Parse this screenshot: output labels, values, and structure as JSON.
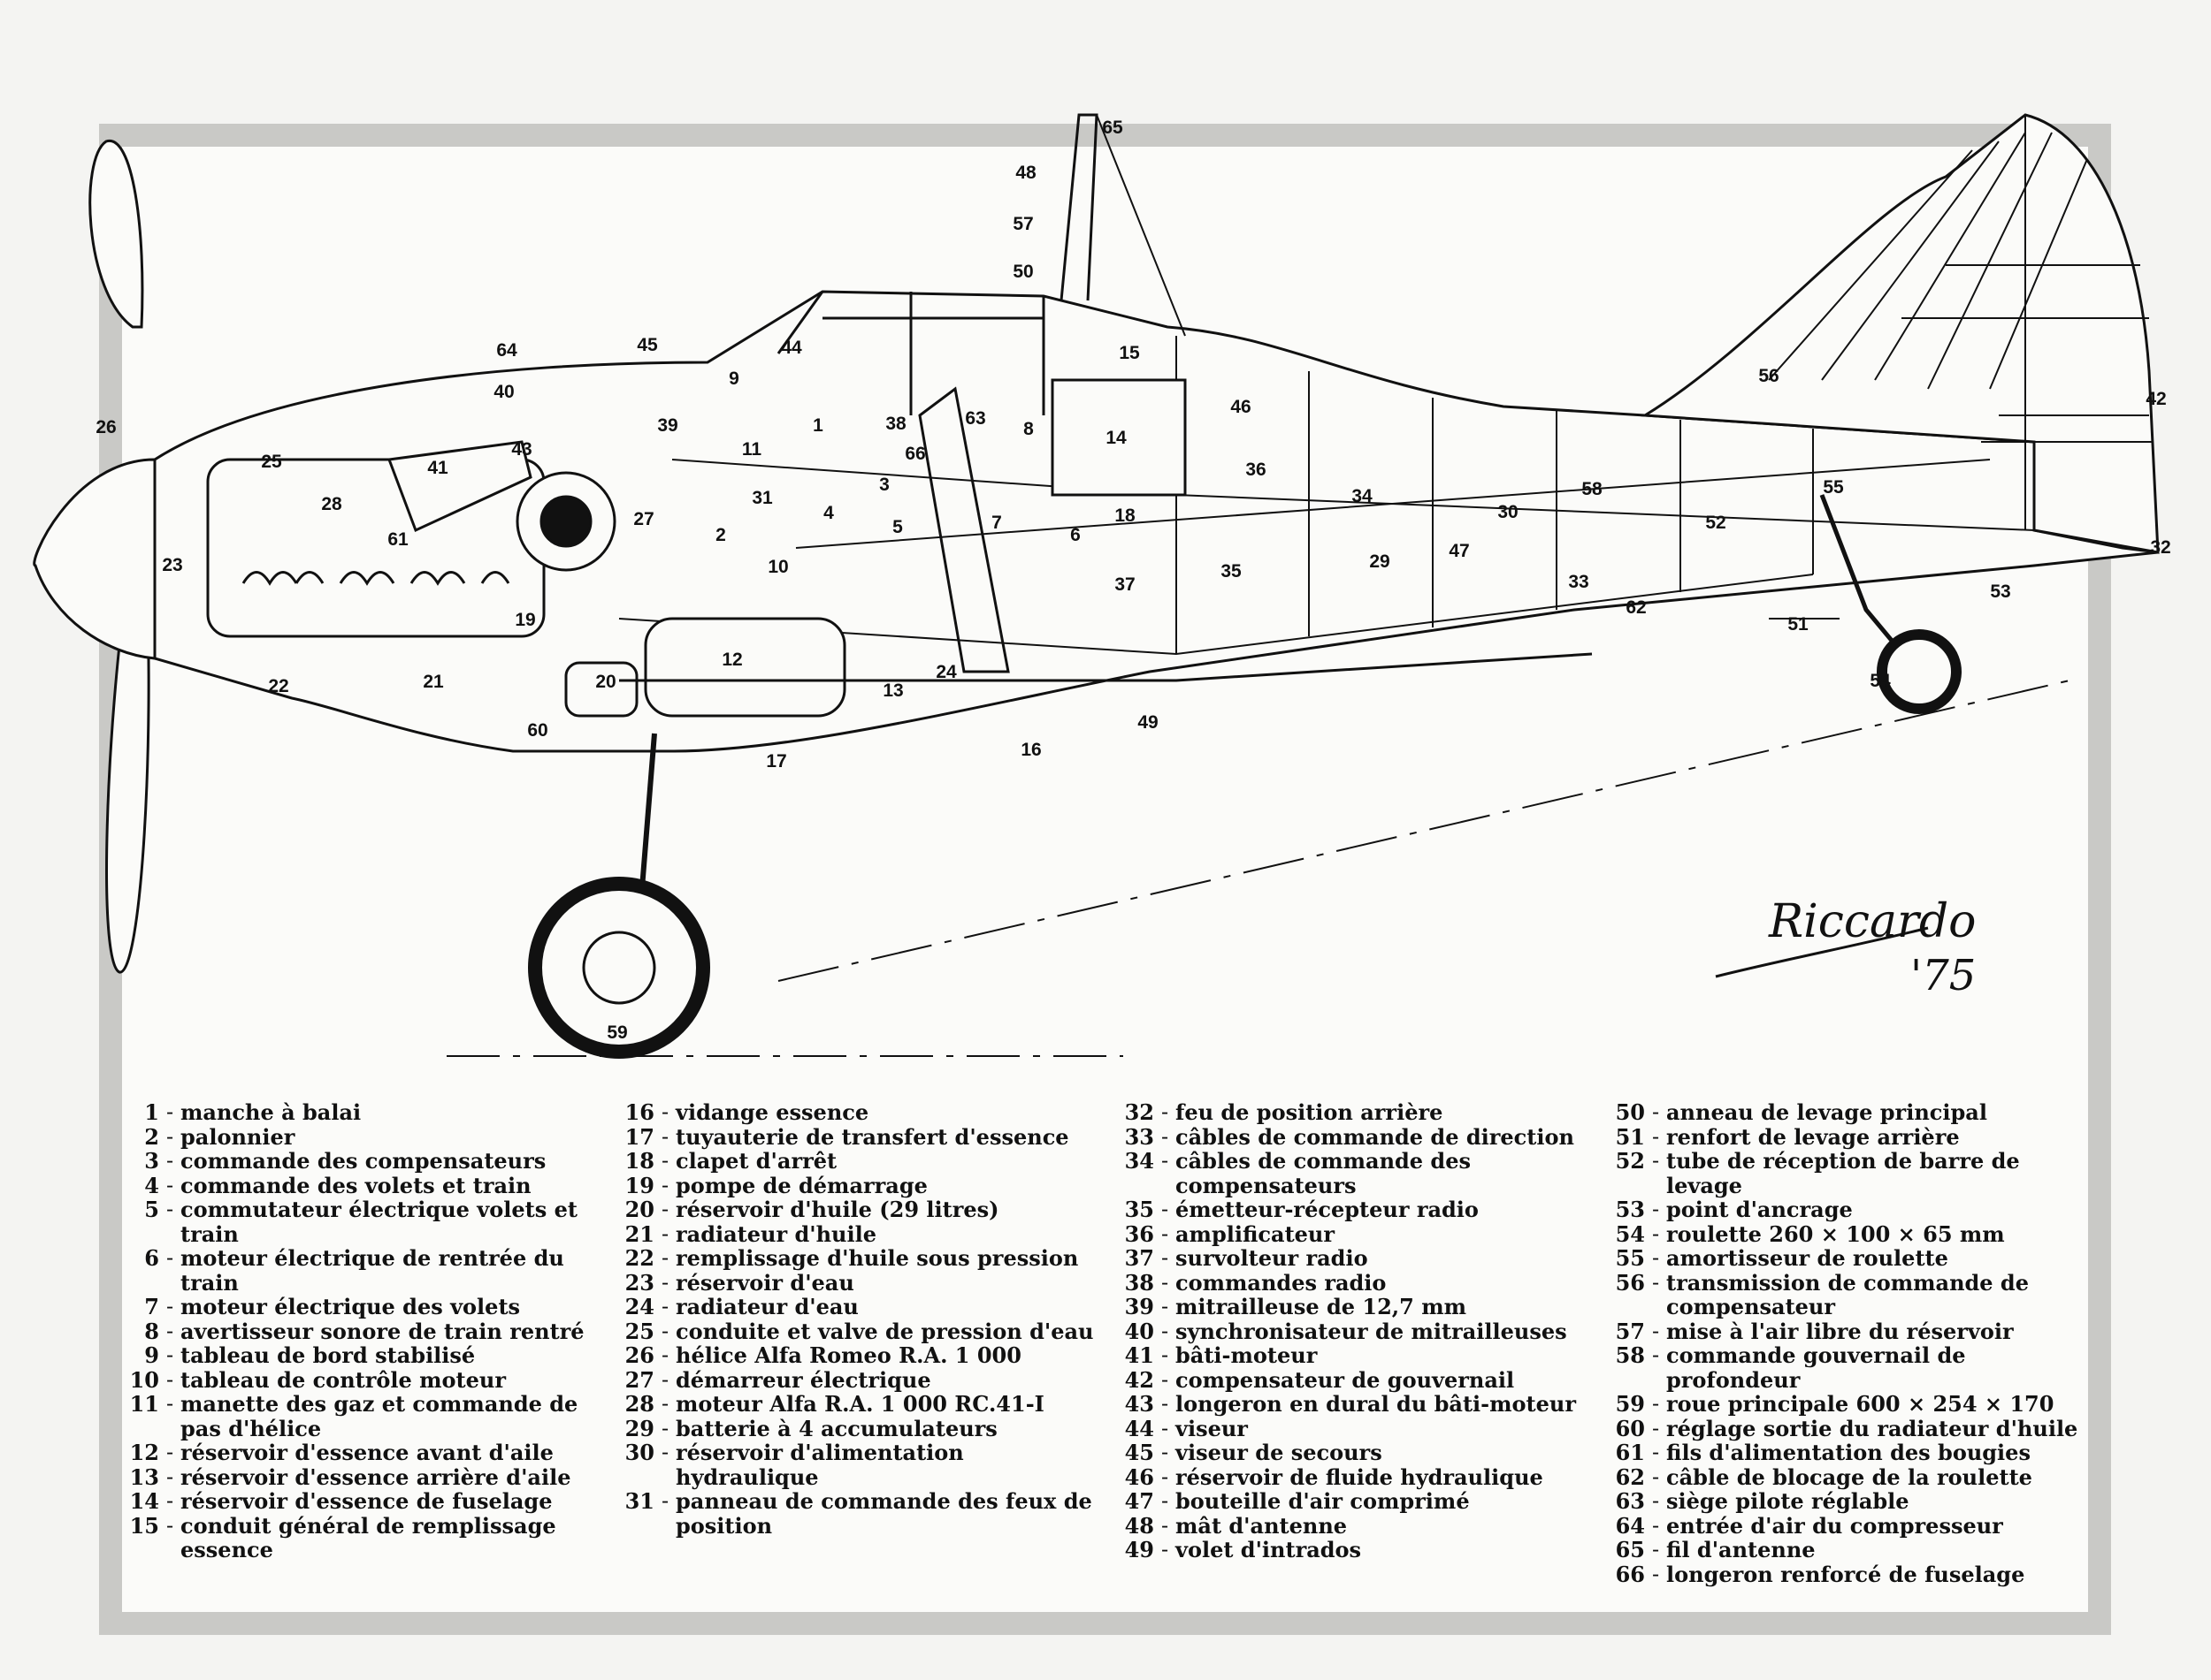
{
  "callouts": [
    "1",
    "2",
    "3",
    "4",
    "5",
    "6",
    "7",
    "8",
    "9",
    "10",
    "11",
    "12",
    "13",
    "14",
    "15",
    "16",
    "17",
    "18",
    "19",
    "20",
    "21",
    "22",
    "23",
    "24",
    "25",
    "26",
    "27",
    "28",
    "29",
    "30",
    "31",
    "32",
    "33",
    "34",
    "35",
    "36",
    "37",
    "38",
    "39",
    "40",
    "41",
    "42",
    "43",
    "44",
    "45",
    "46",
    "47",
    "48",
    "49",
    "50",
    "51",
    "52",
    "53",
    "54",
    "55",
    "56",
    "57",
    "58",
    "59",
    "60",
    "61",
    "62",
    "63",
    "64",
    "65",
    "66"
  ],
  "signature": {
    "name": "Riccardo",
    "year": "'75"
  },
  "legend": {
    "col1": [
      {
        "n": "1",
        "t": "manche à balai"
      },
      {
        "n": "2",
        "t": "palonnier"
      },
      {
        "n": "3",
        "t": "commande des compensateurs"
      },
      {
        "n": "4",
        "t": "commande des volets et train"
      },
      {
        "n": "5",
        "t": "commutateur électrique volets et train"
      },
      {
        "n": "6",
        "t": "moteur électrique de rentrée du train"
      },
      {
        "n": "7",
        "t": "moteur électrique des volets"
      },
      {
        "n": "8",
        "t": "avertisseur sonore de train rentré"
      },
      {
        "n": "9",
        "t": "tableau de bord stabilisé"
      },
      {
        "n": "10",
        "t": "tableau de contrôle moteur"
      },
      {
        "n": "11",
        "t": "manette des gaz et commande de pas d'hélice"
      },
      {
        "n": "12",
        "t": "réservoir d'essence avant d'aile"
      },
      {
        "n": "13",
        "t": "réservoir d'essence arrière d'aile"
      },
      {
        "n": "14",
        "t": "réservoir d'essence de fuselage"
      },
      {
        "n": "15",
        "t": "conduit général de remplissage essence"
      }
    ],
    "col2": [
      {
        "n": "16",
        "t": "vidange essence"
      },
      {
        "n": "17",
        "t": "tuyauterie de transfert d'essence"
      },
      {
        "n": "18",
        "t": "clapet d'arrêt"
      },
      {
        "n": "19",
        "t": "pompe de démarrage"
      },
      {
        "n": "20",
        "t": "réservoir d'huile (29 litres)"
      },
      {
        "n": "21",
        "t": "radiateur d'huile"
      },
      {
        "n": "22",
        "t": "remplissage d'huile sous pression"
      },
      {
        "n": "23",
        "t": "réservoir d'eau"
      },
      {
        "n": "24",
        "t": "radiateur d'eau"
      },
      {
        "n": "25",
        "t": "conduite et valve de pression d'eau"
      },
      {
        "n": "26",
        "t": "hélice Alfa Romeo R.A. 1 000"
      },
      {
        "n": "27",
        "t": "démarreur électrique"
      },
      {
        "n": "28",
        "t": "moteur Alfa R.A. 1 000 RC.41-I"
      },
      {
        "n": "29",
        "t": "batterie à 4 accumulateurs"
      },
      {
        "n": "30",
        "t": "réservoir d'alimentation hydraulique"
      },
      {
        "n": "31",
        "t": "panneau de commande des feux de position"
      }
    ],
    "col3": [
      {
        "n": "32",
        "t": "feu de position arrière"
      },
      {
        "n": "33",
        "t": "câbles de commande de direction"
      },
      {
        "n": "34",
        "t": "câbles de commande des compensateurs"
      },
      {
        "n": "35",
        "t": "émetteur-récepteur radio"
      },
      {
        "n": "36",
        "t": "amplificateur"
      },
      {
        "n": "37",
        "t": "survolteur radio"
      },
      {
        "n": "38",
        "t": "commandes radio"
      },
      {
        "n": "39",
        "t": "mitrailleuse de 12,7 mm"
      },
      {
        "n": "40",
        "t": "synchronisateur de mitrailleuses"
      },
      {
        "n": "41",
        "t": "bâti-moteur"
      },
      {
        "n": "42",
        "t": "compensateur de gouvernail"
      },
      {
        "n": "43",
        "t": "longeron en dural du bâti-moteur"
      },
      {
        "n": "44",
        "t": "viseur"
      },
      {
        "n": "45",
        "t": "viseur de secours"
      },
      {
        "n": "46",
        "t": "réservoir de fluide hydraulique"
      },
      {
        "n": "47",
        "t": "bouteille d'air comprimé"
      },
      {
        "n": "48",
        "t": "mât d'antenne"
      },
      {
        "n": "49",
        "t": "volet d'intrados"
      }
    ],
    "col4": [
      {
        "n": "50",
        "t": "anneau de levage principal"
      },
      {
        "n": "51",
        "t": "renfort de levage arrière"
      },
      {
        "n": "52",
        "t": "tube de réception de barre de levage"
      },
      {
        "n": "53",
        "t": "point d'ancrage"
      },
      {
        "n": "54",
        "t": "roulette 260 × 100 × 65 mm"
      },
      {
        "n": "55",
        "t": "amortisseur de roulette"
      },
      {
        "n": "56",
        "t": "transmission de commande de compensateur"
      },
      {
        "n": "57",
        "t": "mise à l'air libre du réservoir"
      },
      {
        "n": "58",
        "t": "commande gouvernail de profondeur"
      },
      {
        "n": "59",
        "t": "roue principale 600 × 254 × 170"
      },
      {
        "n": "60",
        "t": "réglage sortie du radiateur d'huile"
      },
      {
        "n": "61",
        "t": "fils d'alimentation des bougies"
      },
      {
        "n": "62",
        "t": "câble de blocage de la roulette"
      },
      {
        "n": "63",
        "t": "siège pilote réglable"
      },
      {
        "n": "64",
        "t": "entrée d'air du compresseur"
      },
      {
        "n": "65",
        "t": "fil d'antenne"
      },
      {
        "n": "66",
        "t": "longeron renforcé de fuselage"
      }
    ]
  }
}
